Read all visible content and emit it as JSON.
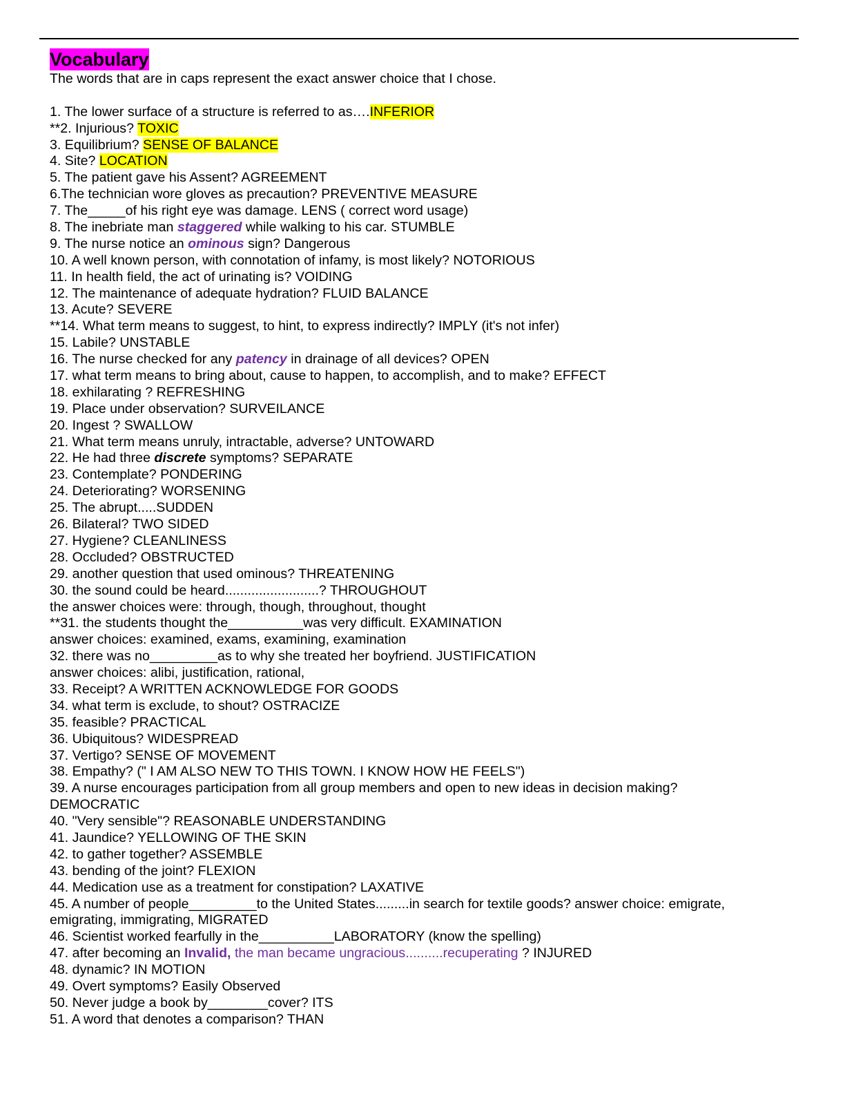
{
  "title": "Vocabulary",
  "intro": "The words that are in caps represent the exact answer choice that I chose.",
  "colors": {
    "highlight": "#ffff00",
    "title_highlight": "#ff00ff",
    "emphasis": "#7030a0"
  },
  "lines": [
    [
      {
        "t": "1. The lower surface of a structure is referred to as…."
      },
      {
        "t": "INFERIOR",
        "s": "hl"
      }
    ],
    [
      {
        "t": "**2. Injurious? "
      },
      {
        "t": "TOXIC",
        "s": "hl"
      }
    ],
    [
      {
        "t": "3. Equilibrium? "
      },
      {
        "t": "SENSE OF BALANCE",
        "s": "hl"
      }
    ],
    [
      {
        "t": "4. Site? "
      },
      {
        "t": "LOCATION",
        "s": "hl"
      }
    ],
    [
      {
        "t": "5. The patient gave his Assent? AGREEMENT"
      }
    ],
    [
      {
        "t": "6.The technician wore gloves as precaution? PREVENTIVE MEASURE"
      }
    ],
    [
      {
        "t": "7. The_____of his right eye was damage. LENS ( correct word usage)"
      }
    ],
    [
      {
        "t": "8. The inebriate man "
      },
      {
        "t": "staggered",
        "s": "pur"
      },
      {
        "t": " while walking to his car. STUMBLE"
      }
    ],
    [
      {
        "t": "9. The nurse notice an "
      },
      {
        "t": "ominous",
        "s": "pur"
      },
      {
        "t": " sign? Dangerous"
      }
    ],
    [
      {
        "t": "10. A well known person, with connotation of infamy, is most likely? NOTORIOUS"
      }
    ],
    [
      {
        "t": "11. In health field, the act of urinating is? VOIDING"
      }
    ],
    [
      {
        "t": "12. The maintenance of adequate hydration? FLUID BALANCE"
      }
    ],
    [
      {
        "t": "13. Acute? SEVERE"
      }
    ],
    [
      {
        "t": "**14. What term means to suggest, to hint, to express indirectly? IMPLY (it's not infer)"
      }
    ],
    [
      {
        "t": "15. Labile? UNSTABLE"
      }
    ],
    [
      {
        "t": "16. The nurse checked for any "
      },
      {
        "t": "patency",
        "s": "pur"
      },
      {
        "t": " in drainage of all devices? OPEN"
      }
    ],
    [
      {
        "t": "17. what term means to bring about, cause to happen, to accomplish, and to make? EFFECT"
      }
    ],
    [
      {
        "t": "18. exhilarating ? REFRESHING"
      }
    ],
    [
      {
        "t": "19. Place under observation?  SURVEILANCE"
      }
    ],
    [
      {
        "t": "20. Ingest ? SWALLOW"
      }
    ],
    [
      {
        "t": "21. What term means unruly, intractable, adverse? UNTOWARD"
      }
    ],
    [
      {
        "t": "22. He had three "
      },
      {
        "t": "discrete",
        "s": "bi"
      },
      {
        "t": " symptoms? SEPARATE"
      }
    ],
    [
      {
        "t": "23. Contemplate? PONDERING"
      }
    ],
    [
      {
        "t": "24. Deteriorating? WORSENING"
      }
    ],
    [
      {
        "t": "25. The abrupt.....SUDDEN"
      }
    ],
    [
      {
        "t": "26. Bilateral? TWO SIDED"
      }
    ],
    [
      {
        "t": "27. Hygiene? CLEANLINESS"
      }
    ],
    [
      {
        "t": "28. Occluded? OBSTRUCTED"
      }
    ],
    [
      {
        "t": "29. another question that used ominous? THREATENING"
      }
    ],
    [
      {
        "t": "30. the sound could be heard.........................? THROUGHOUT"
      }
    ],
    [
      {
        "t": "the answer choices were: through, though, throughout, thought"
      }
    ],
    [
      {
        "t": "**31. the students thought the__________was very difficult. EXAMINATION"
      }
    ],
    [
      {
        "t": "answer choices: examined, exams, examining, examination"
      }
    ],
    [
      {
        "t": "32. there was no_________as to why she treated her boyfriend. JUSTIFICATION"
      }
    ],
    [
      {
        "t": "answer choices: alibi, justification, rational,"
      }
    ],
    [
      {
        "t": "33. Receipt? A WRITTEN ACKNOWLEDGE FOR GOODS"
      }
    ],
    [
      {
        "t": "34. what term is exclude, to shout? OSTRACIZE"
      }
    ],
    [
      {
        "t": "35. feasible? PRACTICAL"
      }
    ],
    [
      {
        "t": "36. Ubiquitous? WIDESPREAD"
      }
    ],
    [
      {
        "t": "37. Vertigo? SENSE OF MOVEMENT"
      }
    ],
    [
      {
        "t": "38. Empathy? (\" I AM ALSO NEW TO THIS TOWN. I KNOW HOW HE FEELS\")"
      }
    ],
    [
      {
        "t": "39. A nurse encourages participation from all group members and open to new ideas in decision making?"
      }
    ],
    [
      {
        "t": "DEMOCRATIC"
      }
    ],
    [
      {
        "t": "40. \"Very sensible\"? REASONABLE UNDERSTANDING"
      }
    ],
    [
      {
        "t": "41. Jaundice? YELLOWING OF THE SKIN"
      }
    ],
    [
      {
        "t": "42. to gather together? ASSEMBLE"
      }
    ],
    [
      {
        "t": "43. bending of the joint? FLEXION"
      }
    ],
    [
      {
        "t": "44. Medication use as a treatment for constipation? LAXATIVE"
      }
    ],
    [
      {
        "t": "45. A number of people_________to the United States.........in search for textile goods? answer choice: emigrate,"
      }
    ],
    [
      {
        "t": "emigrating, immigrating, MIGRATED"
      }
    ],
    [
      {
        "t": "46. Scientist worked fearfully in the__________LABORATORY (know the spelling)"
      }
    ],
    [
      {
        "t": "47. after becoming an "
      },
      {
        "t": "Invalid,",
        "s": "purb"
      },
      {
        "t": " the man became ungracious..........recuperating",
        "s": "purn"
      },
      {
        "t": " ? INJURED"
      }
    ],
    [
      {
        "t": "48. dynamic? IN MOTION"
      }
    ],
    [
      {
        "t": "49. Overt symptoms? Easily Observed"
      }
    ],
    [
      {
        "t": "50. Never judge a book by________cover? ITS"
      }
    ],
    [
      {
        "t": "51. A word that denotes a comparison? THAN"
      }
    ]
  ]
}
